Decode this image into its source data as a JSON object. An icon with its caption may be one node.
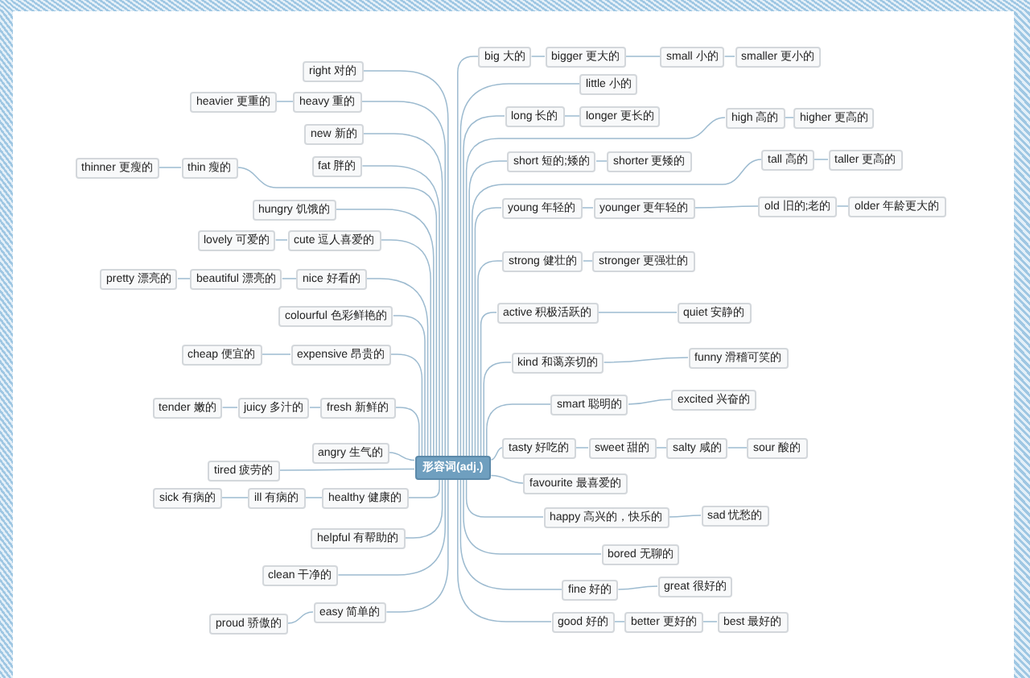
{
  "diagram": {
    "nodes": [
      {
        "text": [
          "形容词(adj.)"
        ]
      },
      {
        "text": [
          "right 对的"
        ]
      },
      {
        "text": [
          "heavy 重的"
        ]
      },
      {
        "text": [
          "heavier 更重的"
        ]
      },
      {
        "text": [
          "new 新的"
        ]
      },
      {
        "text": [
          "fat 胖的"
        ]
      },
      {
        "text": [
          "thin 瘦的"
        ]
      },
      {
        "text": [
          "thinner 更瘦的"
        ]
      },
      {
        "text": [
          "hungry 饥饿的"
        ]
      },
      {
        "text": [
          "cute 逗人喜爱的"
        ]
      },
      {
        "text": [
          "lovely 可爱的"
        ]
      },
      {
        "text": [
          "nice 好看的"
        ]
      },
      {
        "text": [
          "beautiful 漂亮的"
        ]
      },
      {
        "text": [
          "pretty 漂亮的"
        ]
      },
      {
        "text": [
          "colourful 色彩鲜艳的"
        ]
      },
      {
        "text": [
          "expensive 昂贵的"
        ]
      },
      {
        "text": [
          "cheap 便宜的"
        ]
      },
      {
        "text": [
          "fresh 新鲜的"
        ]
      },
      {
        "text": [
          "juicy 多汁的"
        ]
      },
      {
        "text": [
          "tender 嫩的"
        ]
      },
      {
        "text": [
          "angry 生气的"
        ]
      },
      {
        "text": [
          "tired 疲劳的"
        ]
      },
      {
        "text": [
          "healthy 健康的"
        ]
      },
      {
        "text": [
          "ill 有病的"
        ]
      },
      {
        "text": [
          "sick 有病的"
        ]
      },
      {
        "text": [
          "helpful 有帮助的"
        ]
      },
      {
        "text": [
          "clean 干净的"
        ]
      },
      {
        "text": [
          "easy 简单的"
        ]
      },
      {
        "text": [
          "proud 骄傲的"
        ]
      },
      {
        "text": [
          "big 大的"
        ]
      },
      {
        "text": [
          "bigger 更大的"
        ]
      },
      {
        "text": [
          "small 小的"
        ]
      },
      {
        "text": [
          "smaller 更小的"
        ]
      },
      {
        "text": [
          "little 小的"
        ]
      },
      {
        "text": [
          "long 长的"
        ]
      },
      {
        "text": [
          "longer 更长的"
        ]
      },
      {
        "text": [
          "high 高的"
        ]
      },
      {
        "text": [
          "higher 更高的"
        ]
      },
      {
        "text": [
          "short 短的;矮的"
        ]
      },
      {
        "text": [
          "shorter 更矮的"
        ]
      },
      {
        "text": [
          "tall 高的"
        ]
      },
      {
        "text": [
          "taller 更高的"
        ]
      },
      {
        "text": [
          "young 年轻的"
        ]
      },
      {
        "text": [
          "younger 更年轻的"
        ]
      },
      {
        "text": [
          "old 旧的;老的"
        ]
      },
      {
        "text": [
          "older 年龄更大的"
        ]
      },
      {
        "text": [
          "strong 健壮的"
        ]
      },
      {
        "text": [
          "stronger 更强壮的"
        ]
      },
      {
        "text": [
          "active 积极活跃的"
        ]
      },
      {
        "text": [
          "quiet 安静的"
        ]
      },
      {
        "text": [
          "kind 和蔼亲切的"
        ]
      },
      {
        "text": [
          "funny 滑稽可笑的"
        ]
      },
      {
        "text": [
          "smart 聪明的"
        ]
      },
      {
        "text": [
          "excited 兴奋的"
        ]
      },
      {
        "text": [
          "tasty 好吃的"
        ]
      },
      {
        "text": [
          "sweet 甜的"
        ]
      },
      {
        "text": [
          "salty 咸的"
        ]
      },
      {
        "text": [
          "sour 酸的"
        ]
      },
      {
        "text": [
          "favourite 最喜爱的"
        ]
      },
      {
        "text": [
          "happy 高兴的，快乐的"
        ]
      },
      {
        "text": [
          "sad 忧愁的"
        ]
      },
      {
        "text": [
          "bored 无聊的"
        ]
      },
      {
        "text": [
          "fine 好的"
        ]
      },
      {
        "text": [
          "great 很好的"
        ]
      },
      {
        "text": [
          "good 好的"
        ]
      },
      {
        "text": [
          "better 更好的"
        ]
      },
      {
        "text": [
          "best 最好的"
        ]
      }
    ],
    "edges": [
      {
        "from": 0,
        "to": 1,
        "arrow": "none"
      },
      {
        "from": 0,
        "to": 2,
        "arrow": "none"
      },
      {
        "from": 2,
        "to": 3,
        "arrow": "none"
      },
      {
        "from": 0,
        "to": 4,
        "arrow": "none"
      },
      {
        "from": 0,
        "to": 5,
        "arrow": "none"
      },
      {
        "from": 0,
        "to": 6,
        "arrow": "none"
      },
      {
        "from": 6,
        "to": 7,
        "arrow": "none"
      },
      {
        "from": 0,
        "to": 8,
        "arrow": "none"
      },
      {
        "from": 0,
        "to": 9,
        "arrow": "none"
      },
      {
        "from": 9,
        "to": 10,
        "arrow": "none"
      },
      {
        "from": 0,
        "to": 11,
        "arrow": "none"
      },
      {
        "from": 11,
        "to": 12,
        "arrow": "none"
      },
      {
        "from": 12,
        "to": 13,
        "arrow": "none"
      },
      {
        "from": 0,
        "to": 14,
        "arrow": "none"
      },
      {
        "from": 0,
        "to": 15,
        "arrow": "none"
      },
      {
        "from": 15,
        "to": 16,
        "arrow": "none"
      },
      {
        "from": 0,
        "to": 17,
        "arrow": "none"
      },
      {
        "from": 17,
        "to": 18,
        "arrow": "none"
      },
      {
        "from": 18,
        "to": 19,
        "arrow": "none"
      },
      {
        "from": 0,
        "to": 20,
        "arrow": "none"
      },
      {
        "from": 0,
        "to": 21,
        "arrow": "none"
      },
      {
        "from": 0,
        "to": 22,
        "arrow": "none"
      },
      {
        "from": 22,
        "to": 23,
        "arrow": "none"
      },
      {
        "from": 23,
        "to": 24,
        "arrow": "none"
      },
      {
        "from": 0,
        "to": 25,
        "arrow": "none"
      },
      {
        "from": 0,
        "to": 26,
        "arrow": "none"
      },
      {
        "from": 0,
        "to": 27,
        "arrow": "none"
      },
      {
        "from": 27,
        "to": 28,
        "arrow": "none"
      },
      {
        "from": 0,
        "to": 29,
        "arrow": "none"
      },
      {
        "from": 29,
        "to": 30,
        "arrow": "none"
      },
      {
        "from": 30,
        "to": 31,
        "arrow": "none"
      },
      {
        "from": 31,
        "to": 32,
        "arrow": "none"
      },
      {
        "from": 0,
        "to": 33,
        "arrow": "none"
      },
      {
        "from": 0,
        "to": 34,
        "arrow": "none"
      },
      {
        "from": 34,
        "to": 35,
        "arrow": "none"
      },
      {
        "from": 0,
        "to": 36,
        "arrow": "none"
      },
      {
        "from": 36,
        "to": 37,
        "arrow": "none"
      },
      {
        "from": 0,
        "to": 38,
        "arrow": "none"
      },
      {
        "from": 38,
        "to": 39,
        "arrow": "none"
      },
      {
        "from": 0,
        "to": 40,
        "arrow": "none"
      },
      {
        "from": 40,
        "to": 41,
        "arrow": "none"
      },
      {
        "from": 0,
        "to": 42,
        "arrow": "none"
      },
      {
        "from": 42,
        "to": 43,
        "arrow": "none"
      },
      {
        "from": 43,
        "to": 44,
        "arrow": "none"
      },
      {
        "from": 44,
        "to": 45,
        "arrow": "none"
      },
      {
        "from": 0,
        "to": 46,
        "arrow": "none"
      },
      {
        "from": 46,
        "to": 47,
        "arrow": "none"
      },
      {
        "from": 0,
        "to": 48,
        "arrow": "none"
      },
      {
        "from": 48,
        "to": 49,
        "arrow": "none"
      },
      {
        "from": 0,
        "to": 50,
        "arrow": "none"
      },
      {
        "from": 50,
        "to": 51,
        "arrow": "none"
      },
      {
        "from": 0,
        "to": 52,
        "arrow": "none"
      },
      {
        "from": 52,
        "to": 53,
        "arrow": "none"
      },
      {
        "from": 0,
        "to": 54,
        "arrow": "none"
      },
      {
        "from": 54,
        "to": 55,
        "arrow": "none"
      },
      {
        "from": 55,
        "to": 56,
        "arrow": "none"
      },
      {
        "from": 56,
        "to": 57,
        "arrow": "none"
      },
      {
        "from": 0,
        "to": 58,
        "arrow": "none"
      },
      {
        "from": 0,
        "to": 59,
        "arrow": "none"
      },
      {
        "from": 59,
        "to": 60,
        "arrow": "none"
      },
      {
        "from": 0,
        "to": 61,
        "arrow": "none"
      },
      {
        "from": 0,
        "to": 62,
        "arrow": "none"
      },
      {
        "from": 62,
        "to": 63,
        "arrow": "none"
      },
      {
        "from": 0,
        "to": 64,
        "arrow": "none"
      },
      {
        "from": 64,
        "to": 65,
        "arrow": "none"
      },
      {
        "from": 65,
        "to": 66,
        "arrow": "none"
      }
    ]
  }
}
